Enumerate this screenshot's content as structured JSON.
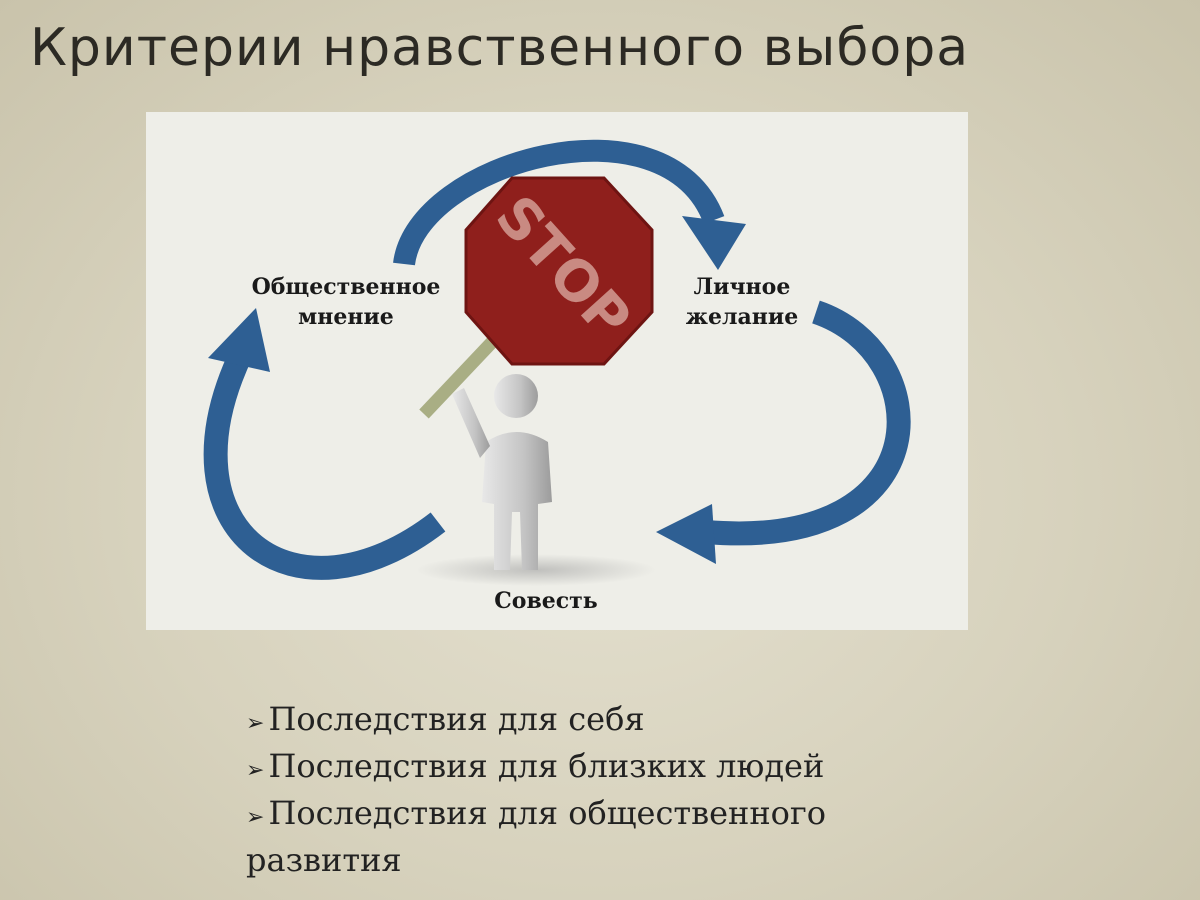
{
  "slide": {
    "title": "Критерии нравственного выбора"
  },
  "diagram": {
    "label_society": "Общественное мнение",
    "label_desire": "Личное желание",
    "label_conscience": "Совесть",
    "sign_text": "STOP",
    "colors": {
      "arrow": "#2e5f93",
      "sign": "#8f1f1c",
      "figure": "#c9c9c9"
    }
  },
  "bullets": {
    "marker": "➢",
    "items": [
      "Последствия для себя",
      "Последствия для близких людей",
      "Последствия для общественного развития"
    ]
  }
}
